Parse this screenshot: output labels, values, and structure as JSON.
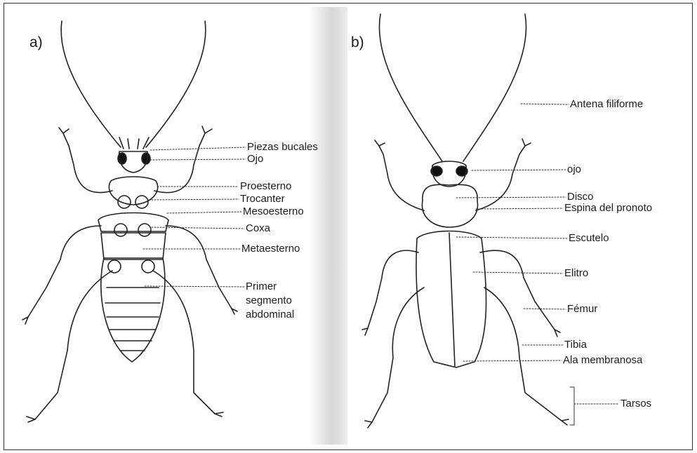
{
  "panels": {
    "a": {
      "letter": "a)",
      "labels": [
        "Piezas bucales",
        "Ojo",
        "Proesterno",
        "Trocanter",
        "Mesoesterno",
        "Coxa",
        "Metaesterno",
        "Primer",
        "segmento",
        "abdominal"
      ]
    },
    "b": {
      "letter": "b)",
      "labels": [
        "Antena filiforme",
        "ojo",
        "Disco",
        "Espina del pronoto",
        "Escutelo",
        "Elitro",
        "Fémur",
        "Tibia",
        "Ala membranosa",
        "Tarsos"
      ]
    }
  }
}
